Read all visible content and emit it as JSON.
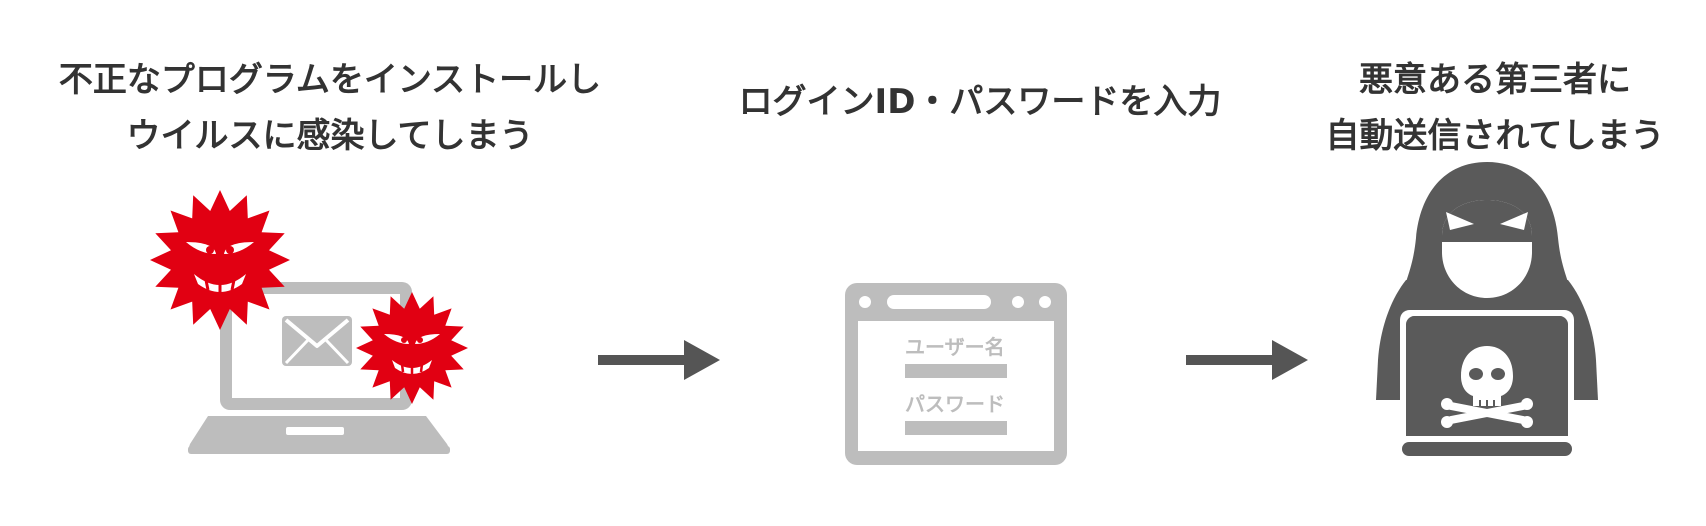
{
  "steps": [
    {
      "caption_line1": "不正なプログラムをインストールし",
      "caption_line2": "ウイルスに感染してしまう"
    },
    {
      "caption_line1": "ログインID・パスワードを入力"
    },
    {
      "caption_line1": "悪意ある第三者に",
      "caption_line2": "自動送信されてしまう"
    }
  ],
  "login_form": {
    "username_label": "ユーザー名",
    "password_label": "パスワード"
  },
  "colors": {
    "caption_text": "#333333",
    "device_gray": "#bdbdbd",
    "virus_red": "#e10012",
    "arrow_dark": "#555555",
    "hacker_dark": "#5a5a5a"
  },
  "icons": [
    "virus-icon",
    "laptop-icon",
    "envelope-icon",
    "browser-login-icon",
    "hacker-icon",
    "skull-icon",
    "arrow-right-icon"
  ]
}
